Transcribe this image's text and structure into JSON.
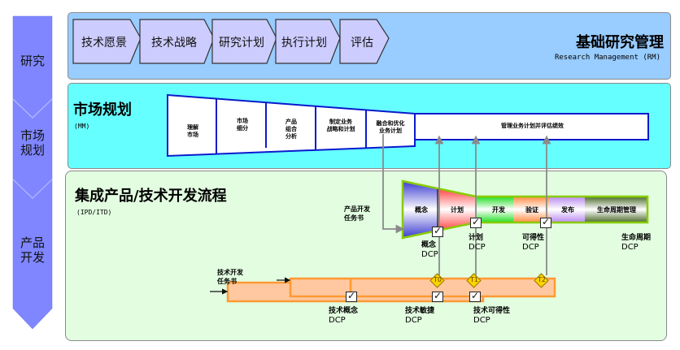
{
  "phases": [
    {
      "label": "研究"
    },
    {
      "label": "市场规划",
      "lines": [
        "市场",
        "规划"
      ]
    },
    {
      "label": "产品开发",
      "lines": [
        "产品",
        "开发"
      ]
    }
  ],
  "research": {
    "title_cn": "基础研究管理",
    "title_en": "Research Management (RM)",
    "steps": [
      "技术愿景",
      "技术战略",
      "研究计划",
      "执行计划",
      "评估"
    ]
  },
  "market": {
    "title_cn": "市场规划",
    "title_en": "(MM)",
    "cells": [
      {
        "lines": [
          "理解",
          "市场"
        ]
      },
      {
        "lines": [
          "市场",
          "细分"
        ]
      },
      {
        "lines": [
          "产品",
          "组合",
          "分析"
        ]
      },
      {
        "lines": [
          "制定业务",
          "战略和计划"
        ]
      },
      {
        "lines": [
          "融合和优化",
          "业务计划"
        ]
      }
    ],
    "final_cell": "管理业务计划并评估绩效"
  },
  "ipd": {
    "title_cn": "集成产品/技术开发流程",
    "title_en": "(IPD/ITD)",
    "charter_label": [
      "产品开发",
      "任务书"
    ],
    "stages": [
      "概念",
      "计划",
      "开发",
      "验证",
      "发布",
      "生命周期管理"
    ],
    "stage_colors": {
      "concept": "#3a3ad0",
      "plan": "#ff5a5a",
      "develop": "#22dd22",
      "verify": "#ff8a40",
      "release": "#c7a0f0",
      "lifecycle": "#5a7a3a"
    },
    "dcps": [
      {
        "name": "概念",
        "type": "DCP"
      },
      {
        "name": "计划",
        "type": "DCP"
      },
      {
        "name": "可得性",
        "type": "DCP"
      },
      {
        "name": "生命周期",
        "type": "DCP"
      }
    ],
    "tech": {
      "charter_label": [
        "技术开发",
        "任务书"
      ],
      "dcps": [
        {
          "name": "技术概念",
          "type": "DCP"
        },
        {
          "name": "技术敏捷",
          "type": "DCP"
        },
        {
          "name": "技术可得性",
          "type": "DCP"
        }
      ],
      "milestones": [
        "T0",
        "T1",
        "T2"
      ]
    }
  },
  "checkmark_glyph": "✓",
  "colors": {
    "phase_bar": "#7f86ff",
    "rm_panel": "#99ccff",
    "rm_chevron": "#ccccff",
    "mm_panel": "#66ffff",
    "ipd_panel": "#e2fde0",
    "mm_border": "#0a1acc",
    "tech_bar": "#ffc8a0",
    "tech_bar_border": "#ff9a33",
    "connector": "#8a8a8a"
  }
}
